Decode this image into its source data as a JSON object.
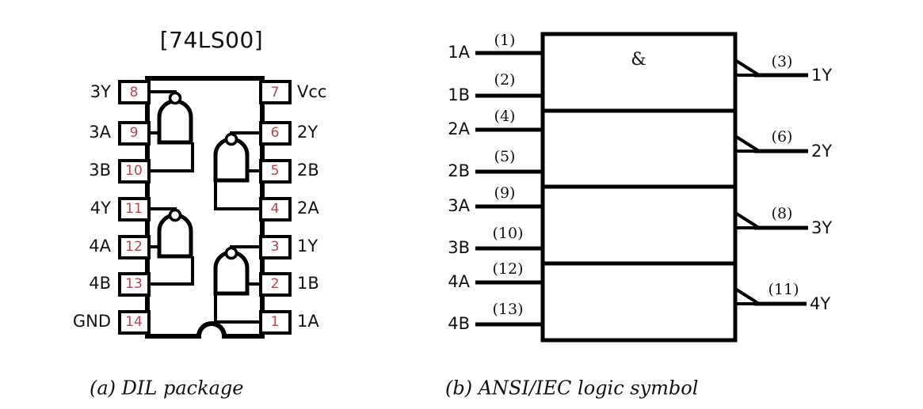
{
  "figure": {
    "title": "[74LS00]",
    "device": "74LS00",
    "description": "Quad 2-input NAND gate pinout and logic symbol"
  },
  "captions": {
    "a": "(a)  DIL package",
    "b": "(b)  ANSI/IEC logic symbol"
  },
  "colors": {
    "pin_number": "#b9434b",
    "line": "#000000",
    "background": "#ffffff"
  },
  "dil_package": {
    "title": "[74LS00]",
    "left_pins": [
      {
        "name": "3Y",
        "number": "8"
      },
      {
        "name": "3A",
        "number": "9"
      },
      {
        "name": "3B",
        "number": "10"
      },
      {
        "name": "4Y",
        "number": "11"
      },
      {
        "name": "4A",
        "number": "12"
      },
      {
        "name": "4B",
        "number": "13"
      },
      {
        "name": "GND",
        "number": "14"
      }
    ],
    "right_pins": [
      {
        "name": "Vcc",
        "number": "7"
      },
      {
        "name": "2Y",
        "number": "6"
      },
      {
        "name": "2B",
        "number": "5"
      },
      {
        "name": "2A",
        "number": "4"
      },
      {
        "name": "1Y",
        "number": "3"
      },
      {
        "name": "1B",
        "number": "2"
      },
      {
        "name": "1A",
        "number": "1"
      }
    ],
    "gate_count": 4,
    "gate_type": "NAND",
    "notch": "bottom-center-semicircle"
  },
  "logic_symbol": {
    "qualifier": "&",
    "sections": [
      {
        "inputs": [
          {
            "name": "1A",
            "number": "(1)"
          },
          {
            "name": "1B",
            "number": "(2)"
          }
        ],
        "output": {
          "name": "1Y",
          "number": "(3)"
        }
      },
      {
        "inputs": [
          {
            "name": "2A",
            "number": "(4)"
          },
          {
            "name": "2B",
            "number": "(5)"
          }
        ],
        "output": {
          "name": "2Y",
          "number": "(6)"
        }
      },
      {
        "inputs": [
          {
            "name": "3A",
            "number": "(9)"
          },
          {
            "name": "3B",
            "number": "(10)"
          }
        ],
        "output": {
          "name": "3Y",
          "number": "(8)"
        }
      },
      {
        "inputs": [
          {
            "name": "4A",
            "number": "(12)"
          },
          {
            "name": "4B",
            "number": "(13)"
          }
        ],
        "output": {
          "name": "4Y",
          "number": "(11)"
        }
      }
    ]
  }
}
